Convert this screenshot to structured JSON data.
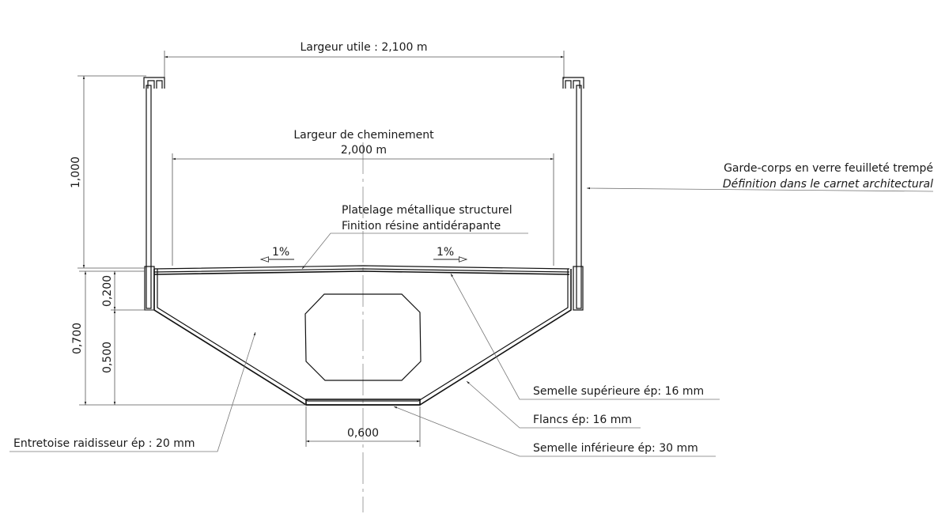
{
  "dimensions": {
    "useful_width": "Largeur utile : 2,100 m",
    "walk_width_label": "Largeur de cheminement",
    "walk_width_value": "2,000 m",
    "railing_height": "1,000",
    "total_depth": "0,700",
    "upper_depth": "0,200",
    "lower_depth": "0,500",
    "bottom_width": "0,600",
    "slope_left": "1%",
    "slope_right": "1%"
  },
  "annotations": {
    "railing_line1": "Garde-corps en verre feuilleté trempé",
    "railing_line2": "Définition dans le carnet architectural",
    "deck_line1": "Platelage métallique structurel",
    "deck_line2": "Finition résine antidérapante",
    "top_flange": "Semelle supérieure ép: 16 mm",
    "webs": "Flancs ép: 16 mm",
    "bottom_flange": "Semelle inférieure ép: 30 mm",
    "diaphragm": "Entretoise raidisseur ép : 20 mm"
  }
}
